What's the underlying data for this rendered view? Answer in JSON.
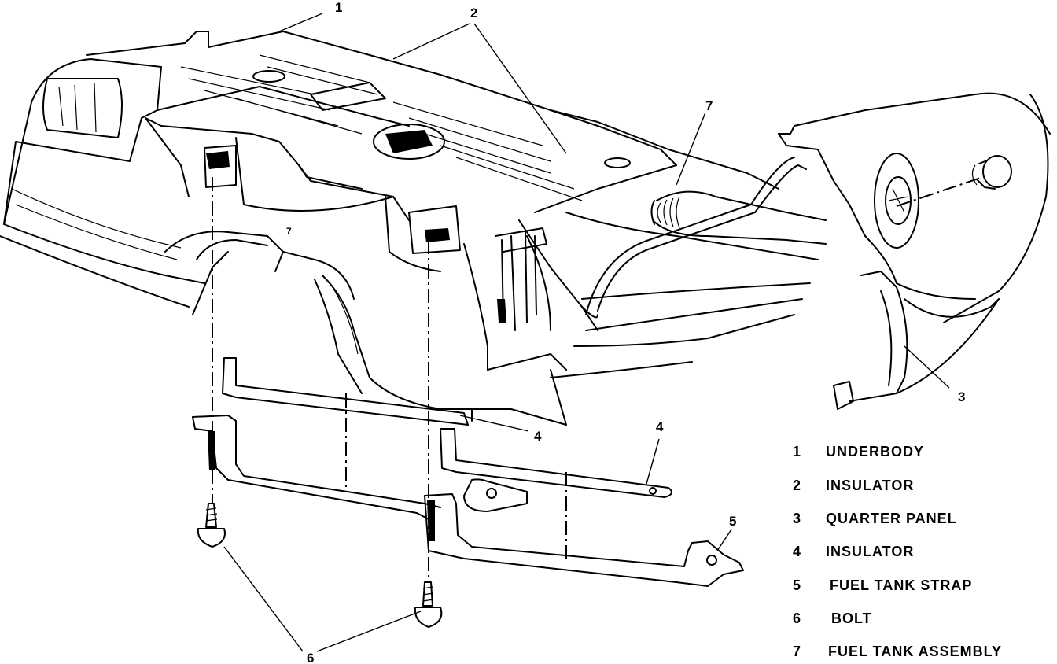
{
  "diagram": {
    "callouts": {
      "c1": "1",
      "c2": "2",
      "c3": "3",
      "c4a": "4",
      "c4b": "4",
      "c5": "5",
      "c6": "6",
      "c7a": "7",
      "c7b": "7"
    }
  },
  "legend": [
    {
      "num": "1",
      "text": "UNDERBODY"
    },
    {
      "num": "2",
      "text": "INSULATOR"
    },
    {
      "num": "3",
      "text": "QUARTER PANEL"
    },
    {
      "num": "4",
      "text": "INSULATOR"
    },
    {
      "num": "5",
      "text": "FUEL TANK STRAP"
    },
    {
      "num": "6",
      "text": "BOLT"
    },
    {
      "num": "7",
      "text": "FUEL TANK ASSEMBLY"
    }
  ]
}
